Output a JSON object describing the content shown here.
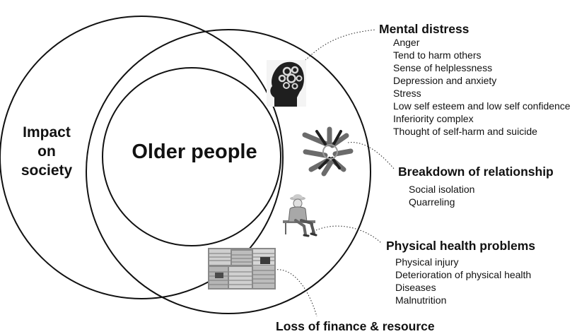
{
  "society": {
    "lines": [
      "Impact",
      "on",
      "society"
    ]
  },
  "center": {
    "label": "Older people"
  },
  "groups": [
    {
      "key": "mental",
      "heading": "Mental distress",
      "icon": "brain-gears-icon",
      "items": [
        "Anger",
        "Tend to harm others",
        "Sense of helplessness",
        "Depression and anxiety",
        "Stress",
        "Low self esteem and low self confidence",
        "Inferiority complex",
        "Thought of self-harm and suicide"
      ]
    },
    {
      "key": "relation",
      "heading": "Breakdown of relationship",
      "icon": "linked-hands-icon",
      "items": [
        "Social isolation",
        "Quarreling"
      ]
    },
    {
      "key": "physical",
      "heading": "Physical health problems",
      "icon": "seated-old-man-icon",
      "items": [
        "Physical injury",
        "Deterioration of physical health",
        "Diseases",
        "Malnutrition"
      ]
    },
    {
      "key": "finance",
      "heading": "Loss of finance & resource",
      "icon": "money-stacks-icon",
      "items": []
    }
  ],
  "colors": {
    "outline": "#111111",
    "dotted": "#222222",
    "photo_dark": "#2b2b2b",
    "photo_mid": "#8a8a8a",
    "photo_light": "#d0d0d0"
  }
}
